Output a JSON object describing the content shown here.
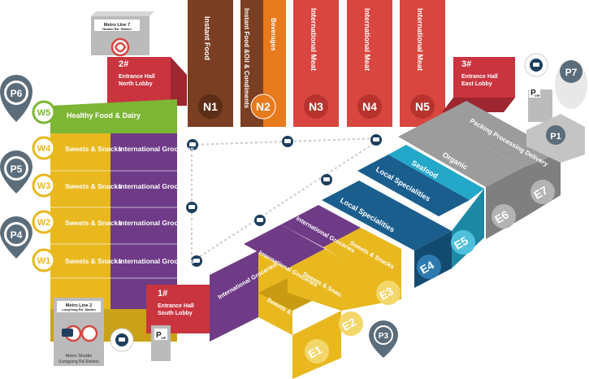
{
  "colors": {
    "brown": "#7a3e22",
    "orange": "#e87a1e",
    "red": "#d9463f",
    "green": "#7db535",
    "yellow": "#e8b81e",
    "purple": "#6f3b87",
    "blue": "#1a5e8e",
    "cyan": "#24a8c9",
    "gray": "#9c9c9c",
    "hall": "#c9343f",
    "road": "#dddddd",
    "pin": "#5b6c7a"
  },
  "north_halls": [
    {
      "code": "N1",
      "name": "Instant Food",
      "color": "#7a3e22"
    },
    {
      "code": "N2",
      "name": "Instant Food &Oil & Condiments",
      "name_b": "Beverages",
      "color": "#e87a1e"
    },
    {
      "code": "N3",
      "name": "International Meat",
      "color": "#d9463f"
    },
    {
      "code": "N4",
      "name": "International Meat",
      "color": "#d9463f"
    },
    {
      "code": "N5",
      "name": "International Meat",
      "color": "#d9463f"
    }
  ],
  "west_halls": [
    {
      "code": "W5",
      "name": "Healthy Food & Dairy"
    },
    {
      "code": "W4",
      "left": "Sweets & Snacks",
      "right": "International Groceries"
    },
    {
      "code": "W3",
      "left": "Sweets & Snacks",
      "right": "International Groceries"
    },
    {
      "code": "W2",
      "left": "Sweets & Snacks",
      "right": "International Groceries"
    },
    {
      "code": "W1",
      "left": "Sweets & Snacks",
      "right": "International Groceries"
    }
  ],
  "east_halls": [
    {
      "code": "E1",
      "left": "Sweets & Snacks",
      "right": "International Groceries"
    },
    {
      "code": "E2",
      "left": "Sweets & Snacks",
      "right": "International Groceries"
    },
    {
      "code": "E3",
      "left": "Sweets & Snacks",
      "right": "International Groceries"
    },
    {
      "code": "E4",
      "top": "Local Specialities",
      "side": "Local Specialities"
    },
    {
      "code": "E5",
      "top": "Seafood"
    },
    {
      "code": "E6",
      "top": "Organic"
    },
    {
      "code": "E7",
      "top": "Packing Processing Delivery"
    }
  ],
  "entrances": {
    "north": {
      "num": "2#",
      "line1": "Entrance Hall",
      "line2": "North Lobby"
    },
    "east": {
      "num": "3#",
      "line1": "Entrance Hall",
      "line2": "East Lobby"
    },
    "south": {
      "num": "1#",
      "line1": "Entrance Hall",
      "line2": "South Lobby"
    }
  },
  "metro": {
    "line7": {
      "title": "Metro Line 7",
      "sub": "Huamu Rd. Station"
    },
    "line2": {
      "title": "Metro Line 2",
      "sub": "LongYang Rd. Station"
    },
    "shuttle": {
      "line1": "Metro Shuttle",
      "line2": "(Longyang Rd.Station)"
    }
  },
  "parking": [
    "P6",
    "P5",
    "P4",
    "P7",
    "P1",
    "P3"
  ],
  "vip": "VIP",
  "p_letter": "P"
}
